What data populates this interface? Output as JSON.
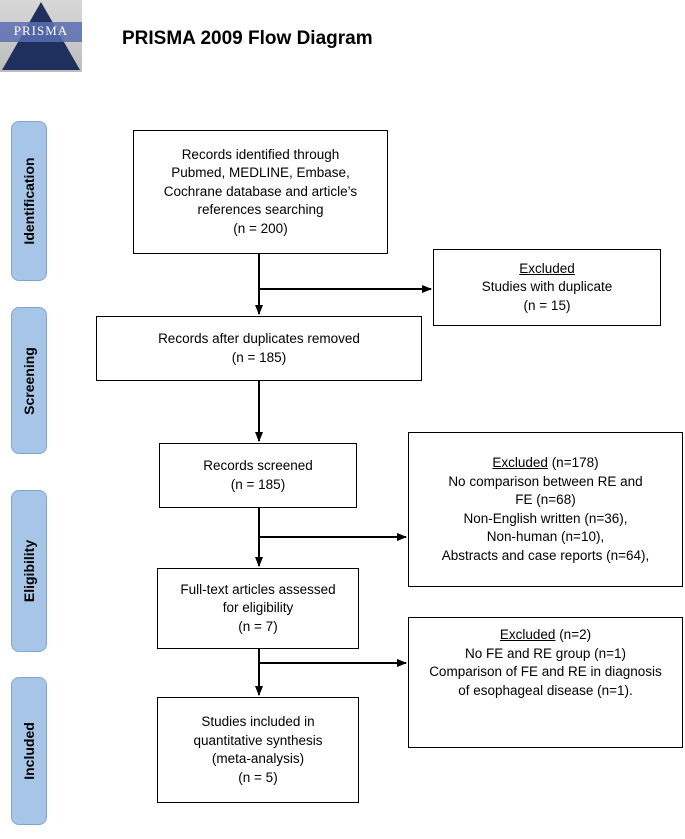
{
  "logo": {
    "text": "PRISMA"
  },
  "title": "PRISMA 2009 Flow Diagram",
  "stages": [
    "Identification",
    "Screening",
    "Eligibility",
    "Included"
  ],
  "boxes": {
    "identified": {
      "lines": [
        "Records identified through",
        "Pubmed, MEDLINE, Embase,",
        "Cochrane database and article’s",
        "references searching",
        "(n = 200)"
      ]
    },
    "excluded_duplicates": {
      "heading": "Excluded",
      "lines": [
        "Studies with duplicate",
        "(n = 15)"
      ]
    },
    "after_duplicates": {
      "lines": [
        "Records after duplicates removed",
        "(n = 185)"
      ]
    },
    "screened": {
      "lines": [
        "Records screened",
        "(n = 185)"
      ]
    },
    "excluded_screening": {
      "heading": "Excluded",
      "heading_suffix": " (n=178)",
      "lines": [
        "No comparison between RE and",
        "FE (n=68)",
        "Non-English written (n=36),",
        "Non-human (n=10),",
        "Abstracts and case reports (n=64),"
      ]
    },
    "fulltext": {
      "lines": [
        "Full-text articles assessed",
        "for eligibility",
        "(n = 7)"
      ]
    },
    "excluded_fulltext": {
      "heading": "Excluded",
      "heading_suffix": " (n=2)",
      "lines": [
        "No FE and RE group (n=1)",
        "Comparison of FE and RE in diagnosis",
        "of esophageal disease  (n=1)."
      ]
    },
    "included": {
      "lines": [
        "Studies included in",
        "quantitative synthesis",
        "(meta-analysis)",
        "(n = 5)"
      ]
    }
  }
}
